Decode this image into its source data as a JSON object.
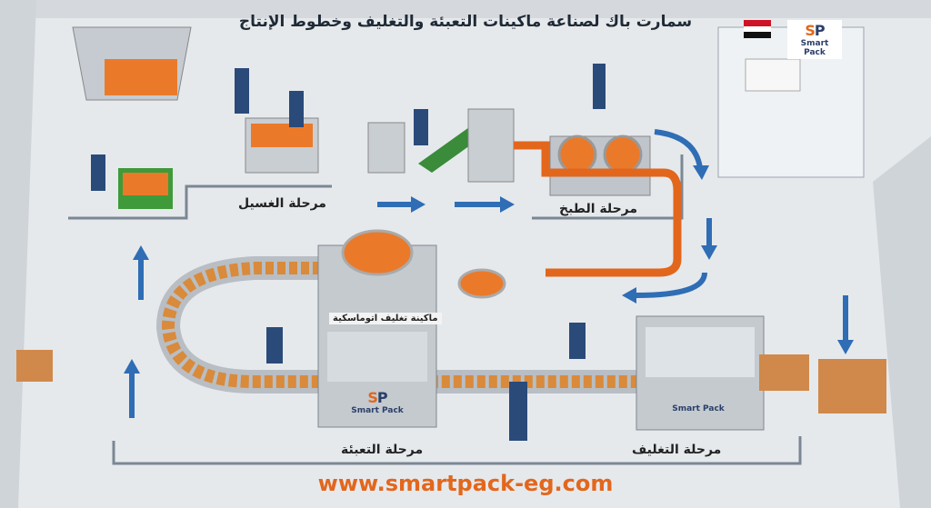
{
  "title": "سمارت باك لصناعة ماكينات التعبئة والتغليف وخطوط الإنتاج",
  "stages": {
    "washing": "مرحلة الغسيل",
    "cooking": "مرحلة الطبخ",
    "filling": "مرحلة التعبئة",
    "packaging": "مرحلة التغليف"
  },
  "machine_label": "ماكينة تغليف اتوماسكية",
  "brand": {
    "name": "Smart Pack",
    "initials_s": "S",
    "initials_p": "P"
  },
  "website": "www.smartpack-eg.com",
  "colors": {
    "accent": "#e2671d",
    "brand_blue": "#2a3f6a",
    "arrow": "#2f6db5",
    "floor": "#e6e9ec"
  }
}
